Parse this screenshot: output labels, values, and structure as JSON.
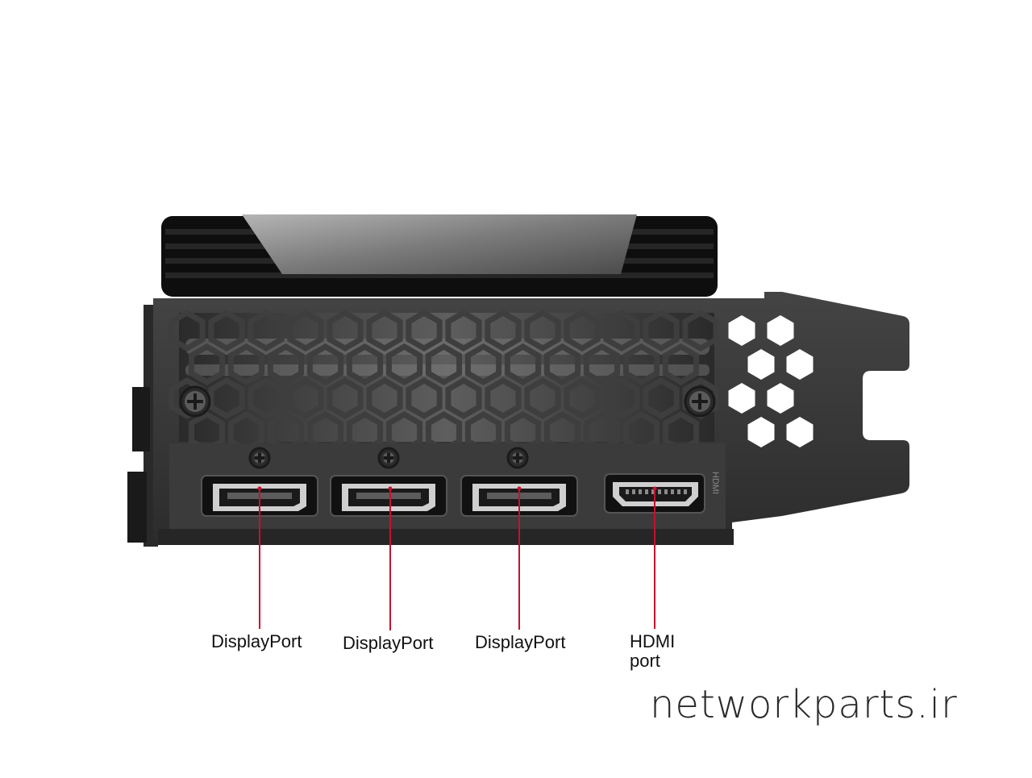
{
  "colors": {
    "background": "#ffffff",
    "bracket": "#3a3a3a",
    "bracket_dark": "#1e1e1e",
    "shroud": "#111111",
    "shroud_silver": "#8c8c8c",
    "callout_line": "#c8102e",
    "label_text": "#111111"
  },
  "icons": [
    "screw-icon",
    "displayport-connector-icon",
    "hdmi-connector-icon",
    "honeycomb-vent"
  ],
  "ports": [
    {
      "label": "DisplayPort"
    },
    {
      "label": "DisplayPort"
    },
    {
      "label": "DisplayPort"
    },
    {
      "label": "HDMI\nport"
    }
  ],
  "hdmi_text": "HDMI",
  "watermark": "networkparts.ir"
}
